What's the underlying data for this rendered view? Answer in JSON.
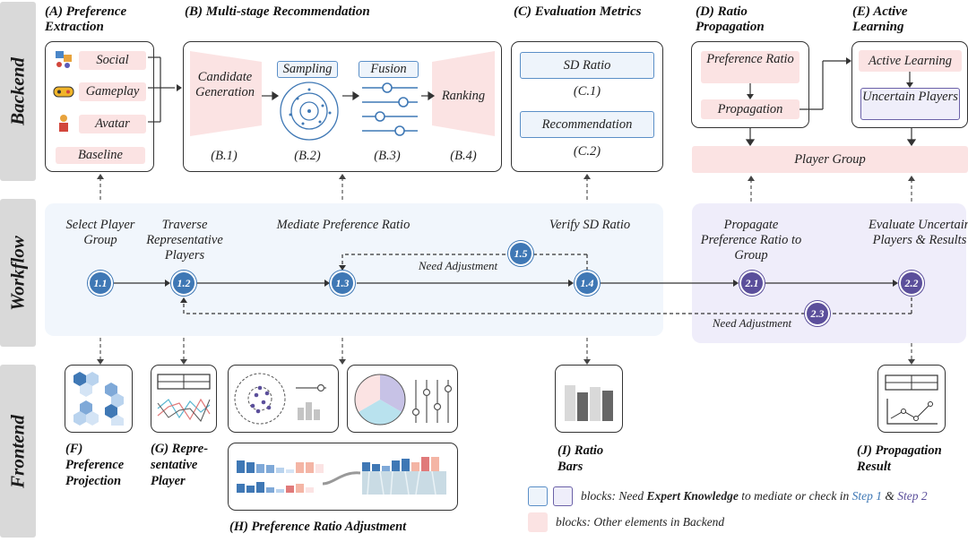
{
  "bands": {
    "backend": "Backend",
    "workflow": "Workflow",
    "frontend": "Frontend"
  },
  "sections": {
    "a_title": "(A) Preference Extraction",
    "b_title": "(B) Multi-stage Recommendation",
    "c_title": "(C) Evaluation Metrics",
    "d_title": "(D) Ratio Propagation",
    "e_title": "(E) Active Learning"
  },
  "preference": {
    "items": [
      "Social",
      "Gameplay",
      "Avatar",
      "Baseline"
    ]
  },
  "recommendation": {
    "candidate": "Candidate Generation",
    "sampling": "Sampling",
    "fusion": "Fusion",
    "ranking": "Ranking",
    "codes": [
      "(B.1)",
      "(B.2)",
      "(B.3)",
      "(B.4)"
    ]
  },
  "metrics": {
    "sd_ratio": "SD Ratio",
    "c1": "(C.1)",
    "recommendation": "Recommendation",
    "c2": "(C.2)"
  },
  "propagation": {
    "preference_ratio": "Preference Ratio",
    "propagation": "Propagation"
  },
  "active_learning": {
    "label": "Active Learning",
    "uncertain": "Uncertain Players"
  },
  "player_group": "Player Group",
  "workflow": {
    "steps": {
      "s11": "Select Player Group",
      "s12": "Traverse Representative Players",
      "s13": "Mediate Preference Ratio",
      "s14": "Verify SD Ratio",
      "s21": "Propagate Preference Ratio to Group",
      "s22": "Evaluate Uncertain Players & Results"
    },
    "nodes": [
      "1.1",
      "1.2",
      "1.3",
      "1.4",
      "1.5",
      "2.1",
      "2.2",
      "2.3"
    ],
    "need_adjustment_1": "Need Adjustment",
    "need_adjustment_2": "Need Adjustment"
  },
  "frontend": {
    "f": "(F) Preference Projection",
    "g": "(G) Repre-sentative Player",
    "h": "(H) Preference Ratio Adjustment",
    "i": "(I) Ratio Bars",
    "j": "(J) Propagation Result"
  },
  "legend": {
    "line1_prefix": "blocks: Need ",
    "line1_bold": "Expert Knowledge",
    "line1_mid": " to mediate or check in ",
    "step1": "Step 1",
    "amp": " & ",
    "step2": "Step 2",
    "line2": "blocks: Other elements in Backend"
  },
  "colors": {
    "step1_blue": "#3f78b5",
    "step2_purple": "#5b4f9b",
    "pink_block": "#fbe3e3",
    "workflow_blue_bg": "#f1f6fc",
    "workflow_purple_bg": "#efedfa"
  }
}
